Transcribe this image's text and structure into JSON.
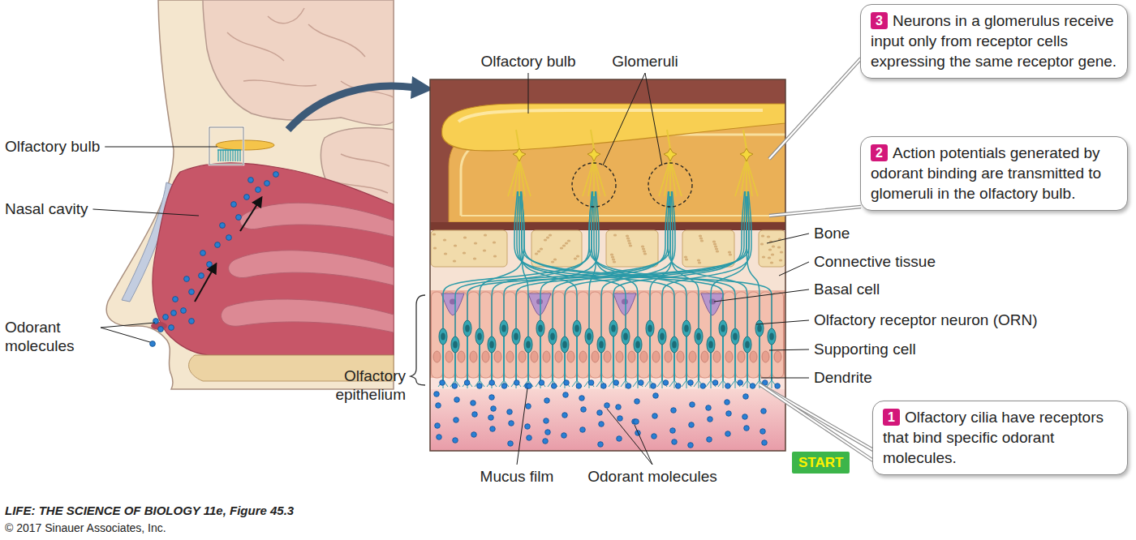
{
  "diagram": {
    "nodes": [
      {
        "text": [
          "3",
          "Neurons in a glomerulus receive input only from receptor cells expressing the same receptor gene."
        ]
      },
      {
        "text": [
          "2",
          "Action potentials generated by odorant binding are transmitted to glomeruli in the olfactory bulb."
        ]
      },
      {
        "text": [
          "1",
          "Olfactory cilia have receptors that bind specific odorant molecules."
        ]
      },
      {
        "text": [
          "START"
        ]
      }
    ],
    "labels": [
      "Olfactory bulb",
      "Nasal cavity",
      "Odorant molecules",
      "Olfactory bulb",
      "Glomeruli",
      "Bone",
      "Connective tissue",
      "Basal cell",
      "Olfactory receptor neuron (ORN)",
      "Supporting cell",
      "Dendrite",
      "Olfactory epithelium",
      "Mucus film",
      "Odorant molecules",
      "LIFE: THE SCIENCE OF BIOLOGY 11e, Figure 45.3",
      "© 2017 Sinauer Associates, Inc."
    ]
  }
}
